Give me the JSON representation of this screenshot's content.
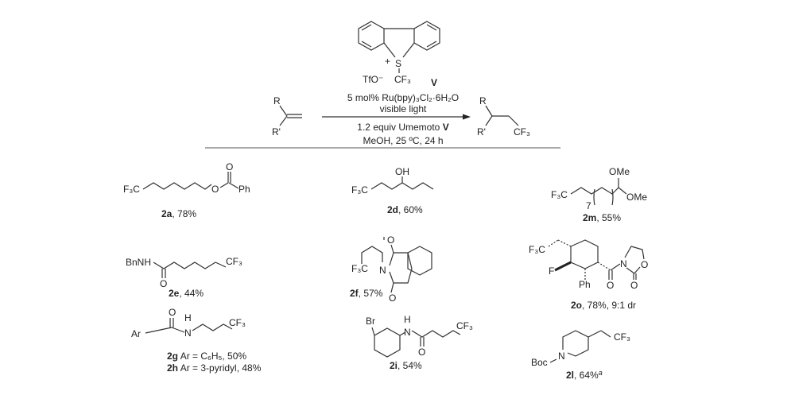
{
  "reagent": {
    "plus": "+",
    "sulfur": "S",
    "counterion": "TfO⁻",
    "cf3": "CF₃",
    "id": "V"
  },
  "conditions": {
    "line1": "5 mol% Ru(bpy)₃Cl₂·6H₂O",
    "line2": "visible light",
    "line3_prefix": "1.2 equiv Umemoto ",
    "line3_bold": "V",
    "line4": "MeOH, 25 ºC, 24 h"
  },
  "substrate": {
    "r": "R",
    "r_prime": "R'"
  },
  "product": {
    "r": "R",
    "r_prime": "R'",
    "cf3": "CF₃"
  },
  "compounds": [
    {
      "id": "2a",
      "yield": ", 78%",
      "atoms": {
        "f3c": "F₃C",
        "o1": "O",
        "o2": "O",
        "ph": "Ph"
      }
    },
    {
      "id": "2d",
      "yield": ", 60%",
      "atoms": {
        "f3c": "F₃C",
        "oh": "OH"
      }
    },
    {
      "id": "2m",
      "yield": ", 55%",
      "atoms": {
        "f3c": "F₃C",
        "ome1": "OMe",
        "ome2": "OMe",
        "n": "7"
      }
    },
    {
      "id": "2e",
      "yield": ", 44%",
      "atoms": {
        "bnnh": "BnNH",
        "o": "O",
        "cf3": "CF₃"
      }
    },
    {
      "id": "2f",
      "yield": ", 57%",
      "atoms": {
        "f3c": "F₃C",
        "n": "N",
        "o1": "O",
        "o2": "O"
      }
    },
    {
      "id": "2o",
      "yield": ", 78%, 9:1 dr",
      "atoms": {
        "f3c": "F₃C",
        "f": "F",
        "ph": "Ph",
        "n": "N",
        "o1": "O",
        "o2": "O",
        "o3": "O"
      }
    },
    {
      "id": "2g",
      "yield": " Ar = C₆H₅, 50%",
      "atoms": {
        "ar": "Ar",
        "o": "O",
        "h": "H",
        "n": "N",
        "cf3": "CF₃"
      }
    },
    {
      "id": "2h",
      "yield": " Ar = 3-pyridyl, 48%"
    },
    {
      "id": "2i",
      "yield": ", 54%",
      "atoms": {
        "br": "Br",
        "h": "H",
        "n": "N",
        "o": "O",
        "cf3": "CF₃"
      }
    },
    {
      "id": "2l",
      "yield": ", 64%",
      "footnote": "a",
      "atoms": {
        "boc": "Boc",
        "n": "N",
        "cf3": "CF₃"
      }
    }
  ]
}
